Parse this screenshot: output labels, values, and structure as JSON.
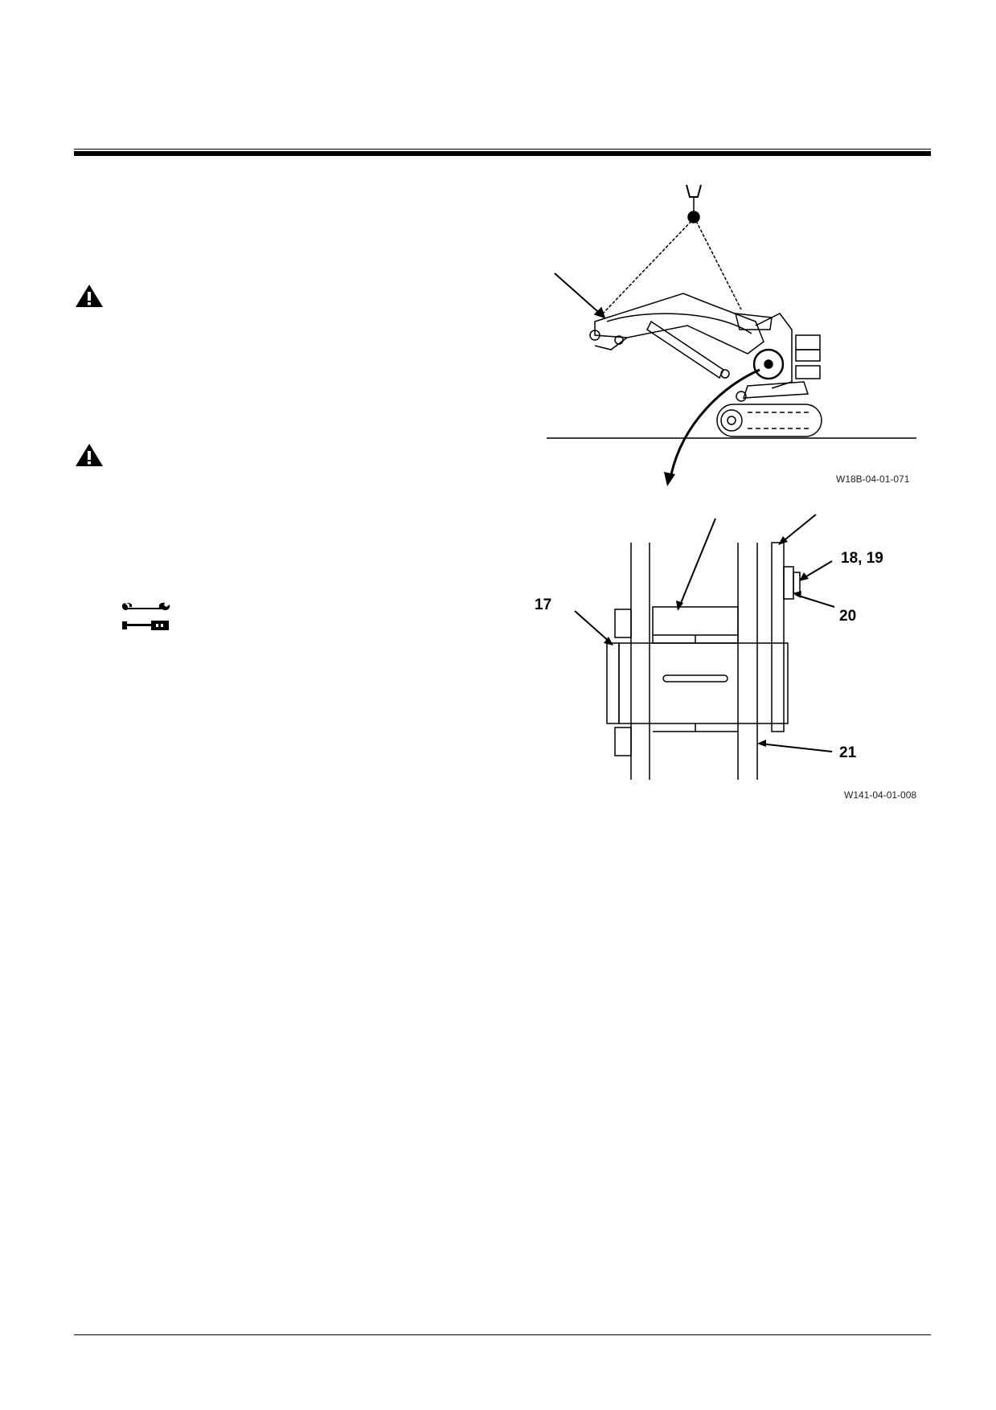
{
  "figures": {
    "excavator": {
      "caption": "W18B-04-01-071"
    },
    "pin_detail": {
      "caption": "W141-04-01-008",
      "callouts": {
        "c17": "17",
        "c18_19": "18, 19",
        "c20": "20",
        "c21": "21"
      }
    }
  },
  "icons": {
    "warning_1": "warning-triangle-icon",
    "warning_2": "warning-triangle-icon",
    "wrench": "wrench-icon",
    "torque_wrench": "torque-wrench-icon"
  }
}
